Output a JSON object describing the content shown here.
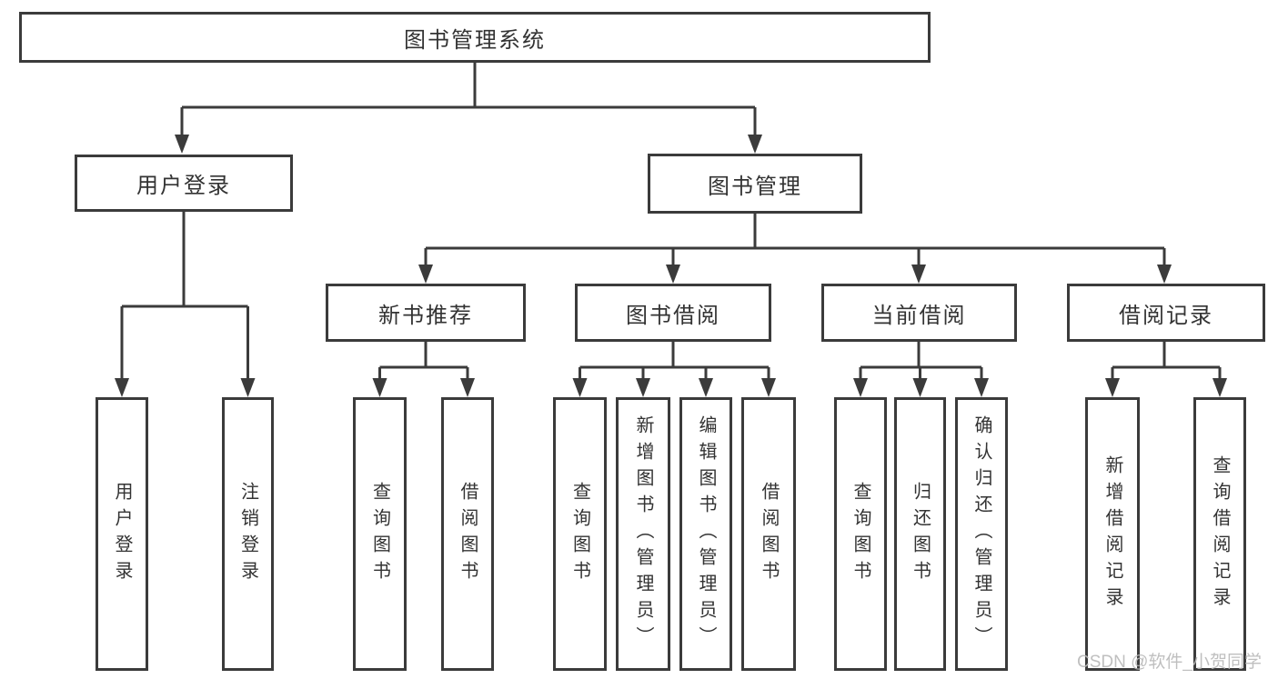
{
  "diagram": {
    "colors": {
      "background": "#ffffff",
      "line": "#3b3b3b",
      "text": "#333333",
      "watermark": "#b9b9b9"
    },
    "watermark": {
      "text": "CSDN @软件_小贺同学"
    },
    "tree": {
      "root": {
        "label": "图书管理系统"
      },
      "branches": [
        {
          "label": "用户登录",
          "children": [
            {
              "label": "用户登录"
            },
            {
              "label": "注销登录"
            }
          ]
        },
        {
          "label": "图书管理",
          "groups": [
            {
              "label": "新书推荐",
              "children": [
                {
                  "label": "查询图书"
                },
                {
                  "label": "借阅图书"
                }
              ]
            },
            {
              "label": "图书借阅",
              "children": [
                {
                  "label": "查询图书"
                },
                {
                  "label": "新增图书（管理员）"
                },
                {
                  "label": "编辑图书（管理员）"
                },
                {
                  "label": "借阅图书"
                }
              ]
            },
            {
              "label": "当前借阅",
              "children": [
                {
                  "label": "查询图书"
                },
                {
                  "label": "归还图书"
                },
                {
                  "label": "确认归还（管理员）"
                }
              ]
            },
            {
              "label": "借阅记录",
              "children": [
                {
                  "label": "新增借阅记录"
                },
                {
                  "label": "查询借阅记录"
                }
              ]
            }
          ]
        }
      ]
    }
  }
}
